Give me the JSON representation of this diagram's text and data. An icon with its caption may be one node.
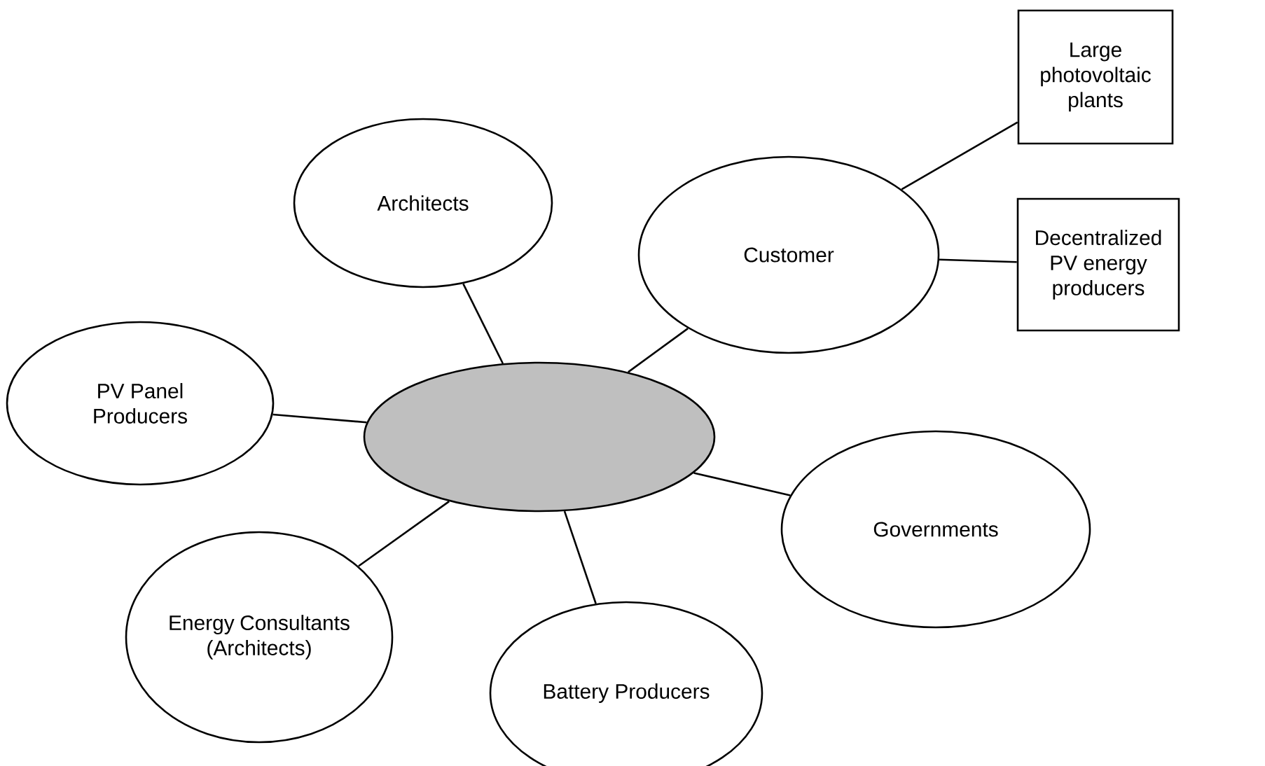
{
  "diagram": {
    "nodes": [
      {
        "text": [
          "Architects"
        ]
      },
      {
        "text": [
          "Customer"
        ]
      },
      {
        "text": [
          "Large photovoltaic plants"
        ]
      },
      {
        "text": [
          "Decentralized PV energy producers"
        ]
      },
      {
        "text": [
          "PV Panel Producers"
        ]
      },
      {
        "text": [],
        "shape": "ellipse"
      },
      {
        "text": [
          "Governments"
        ]
      },
      {
        "text": [
          "Energy Consultants (Architects)"
        ]
      },
      {
        "text": [
          "Battery Producers"
        ]
      }
    ],
    "edges": [
      {
        "from": 5,
        "to": 0,
        "arrow": "none"
      },
      {
        "from": 5,
        "to": 1,
        "arrow": "none"
      },
      {
        "from": 1,
        "to": 2,
        "arrow": "none"
      },
      {
        "from": 1,
        "to": 3,
        "arrow": "none"
      },
      {
        "from": 5,
        "to": 4,
        "arrow": "none"
      },
      {
        "from": 5,
        "to": 6,
        "arrow": "none"
      },
      {
        "from": 5,
        "to": 7,
        "arrow": "none"
      },
      {
        "from": 5,
        "to": 8,
        "arrow": "none"
      }
    ]
  }
}
